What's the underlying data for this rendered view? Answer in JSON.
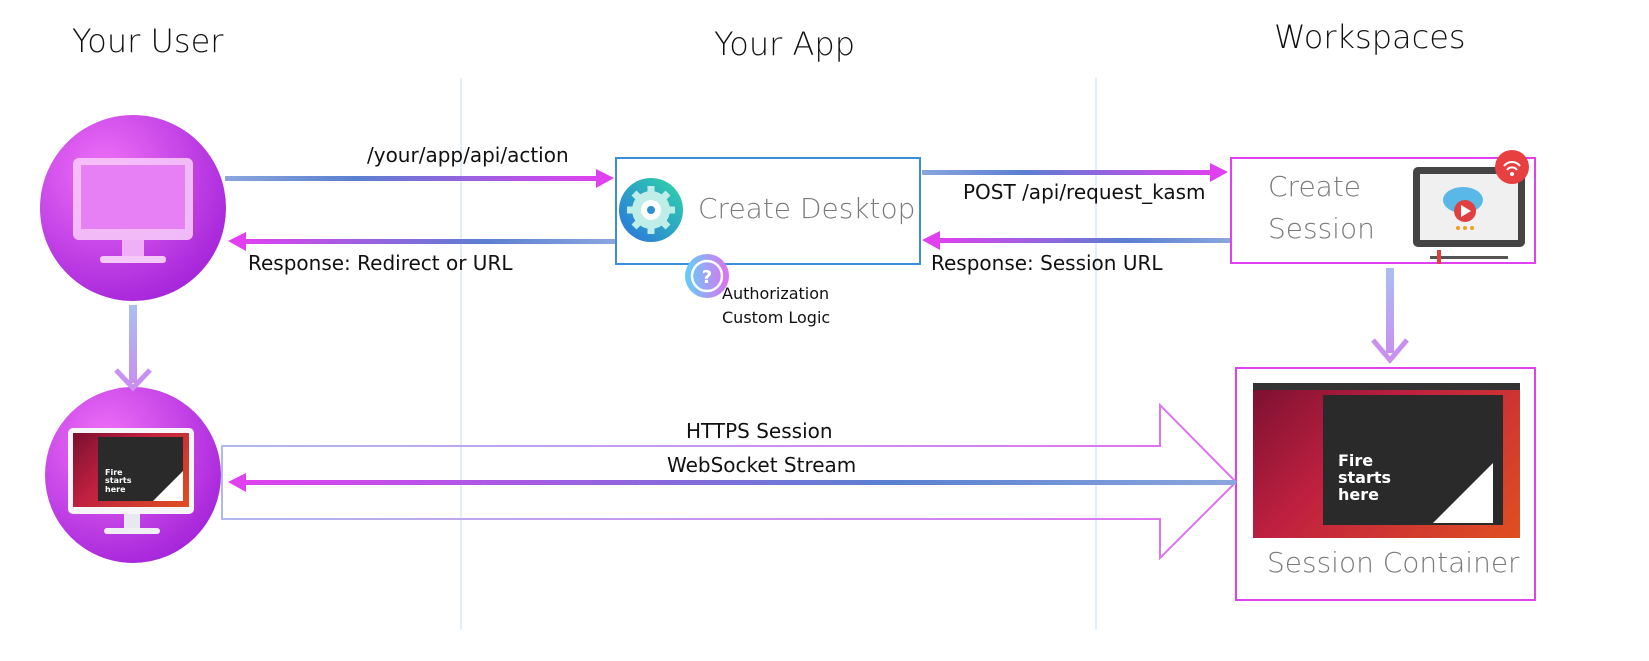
{
  "columns": {
    "user": "Your User",
    "app": "Your App",
    "workspaces": "Workspaces"
  },
  "arrows": {
    "api_action": "/your/app/api/action",
    "response_redirect": "Response: Redirect or URL",
    "post_request": "POST /api/request_kasm",
    "response_session": "Response: Session URL",
    "https_session": "HTTPS Session",
    "websocket_stream": "WebSocket Stream"
  },
  "app_box": {
    "label": "Create Desktop",
    "icon": "gear-icon",
    "note_icon": "question-icon",
    "note_lines": [
      "Authorization",
      "Custom Logic"
    ]
  },
  "session_box": {
    "label_lines": [
      "Create",
      "Session"
    ],
    "icon": "cloud-video-monitor-icon"
  },
  "container_box": {
    "label": "Session Container",
    "screenshot_text": "Fire starts here"
  },
  "colors": {
    "magenta": "#e040f0",
    "blue": "#3a8fdc",
    "divider": "#dce9f5",
    "arrow_blue": "#5a7fd0"
  }
}
